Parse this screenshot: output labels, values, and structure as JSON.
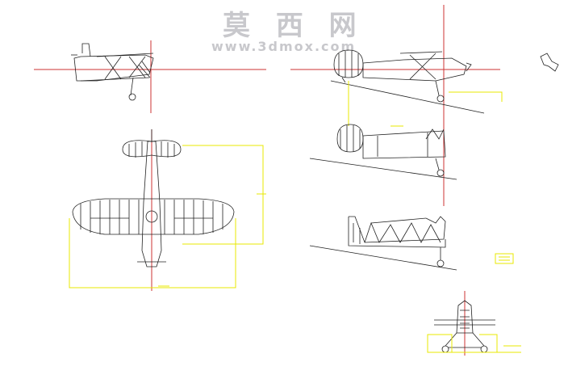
{
  "watermark": {
    "title": "莫 西 网",
    "url": "www.3dmox.com"
  },
  "colors": {
    "background": "#ffffff",
    "drawing_line": "#222222",
    "axis_line": "#cc3333",
    "dimension_line": "#e8e800",
    "watermark": "#c8c8cc"
  },
  "views": [
    {
      "id": "side-view-small",
      "icon": "biplane-side-icon"
    },
    {
      "id": "top-view",
      "icon": "biplane-top-icon"
    },
    {
      "id": "side-view-full",
      "icon": "biplane-side-icon"
    },
    {
      "id": "fuselage-skin-view",
      "icon": "fuselage-icon"
    },
    {
      "id": "fuselage-frame-view",
      "icon": "truss-frame-icon"
    },
    {
      "id": "front-view",
      "icon": "biplane-front-icon"
    }
  ]
}
